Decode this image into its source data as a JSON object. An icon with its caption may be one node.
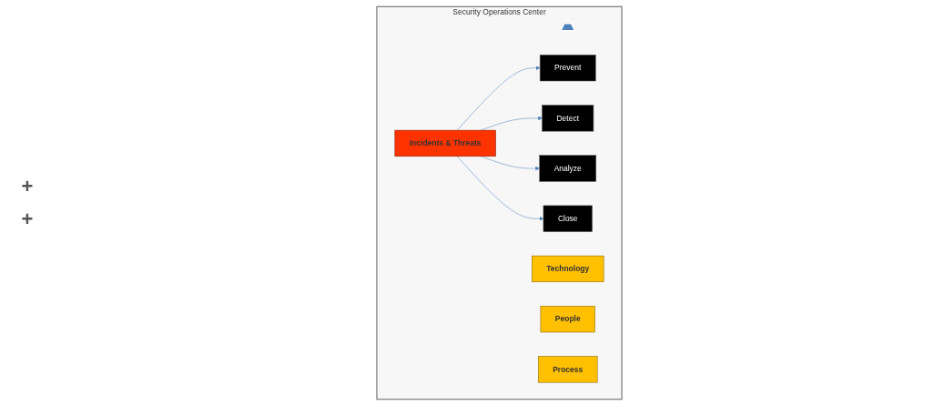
{
  "diagram": {
    "nodes": [
      {
        "text": [
          "Security Operations Center"
        ]
      },
      {
        "text": [],
        "shape": "trapezoid",
        "in": 0
      },
      {
        "text": [
          "Technology"
        ],
        "in": 0
      },
      {
        "text": [
          "People"
        ],
        "in": 0
      },
      {
        "text": [
          "Process"
        ],
        "in": 0
      },
      {
        "text": [
          "Incidents & Threats"
        ],
        "in": 0
      },
      {
        "text": [
          "Prevent"
        ],
        "in": 0
      },
      {
        "text": [
          "Detect"
        ],
        "in": 0
      },
      {
        "text": [
          "Analyze"
        ],
        "in": 0
      },
      {
        "text": [
          "Close"
        ],
        "in": 0
      }
    ],
    "edges": [
      {
        "from": 5,
        "to": 6,
        "arrow": "to"
      },
      {
        "from": 5,
        "to": 7,
        "arrow": "to"
      },
      {
        "from": 5,
        "to": 8,
        "arrow": "to"
      },
      {
        "from": 5,
        "to": 9,
        "arrow": "to"
      }
    ],
    "labels": [
      "+",
      "+"
    ]
  }
}
